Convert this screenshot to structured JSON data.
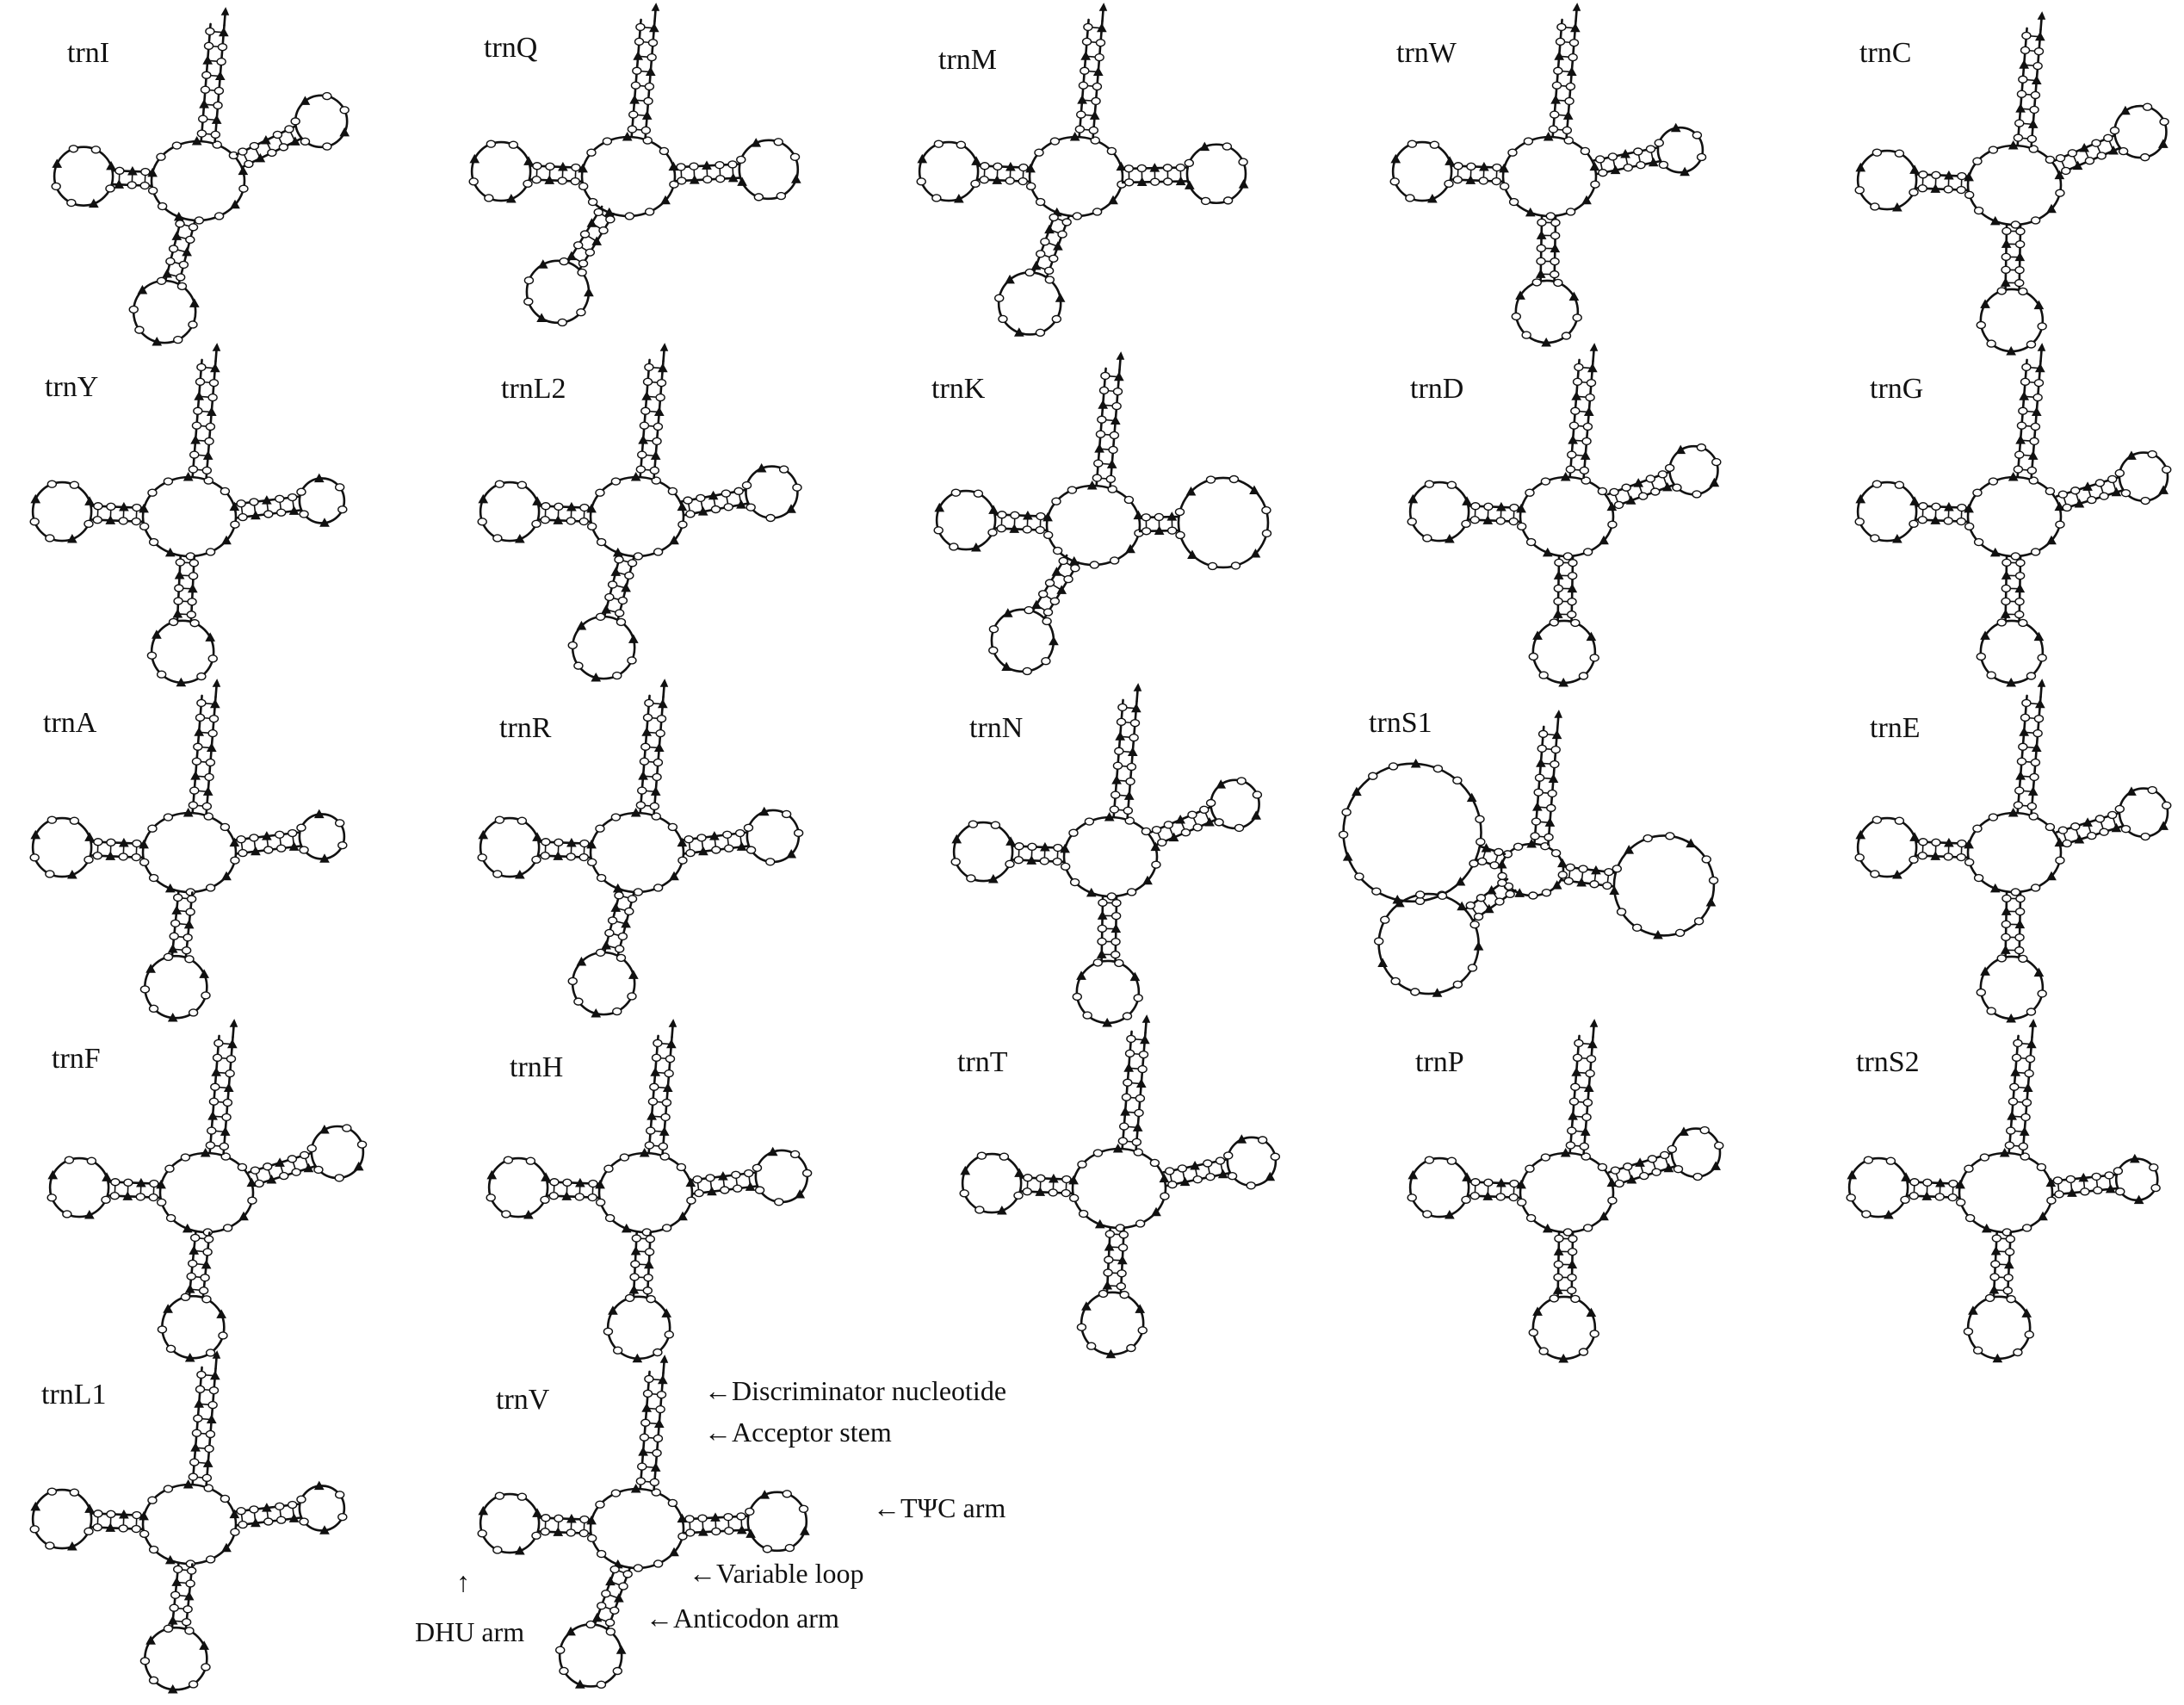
{
  "trnas": [
    {
      "label": "trnI"
    },
    {
      "label": "trnQ"
    },
    {
      "label": "trnM"
    },
    {
      "label": "trnW"
    },
    {
      "label": "trnC"
    },
    {
      "label": "trnY"
    },
    {
      "label": "trnL2"
    },
    {
      "label": "trnK"
    },
    {
      "label": "trnD"
    },
    {
      "label": "trnG"
    },
    {
      "label": "trnA"
    },
    {
      "label": "trnR"
    },
    {
      "label": "trnN"
    },
    {
      "label": "trnS1"
    },
    {
      "label": "trnE"
    },
    {
      "label": "trnF"
    },
    {
      "label": "trnH"
    },
    {
      "label": "trnT"
    },
    {
      "label": "trnP"
    },
    {
      "label": "trnS2"
    },
    {
      "label": "trnL1"
    },
    {
      "label": "trnV"
    }
  ],
  "annotations": {
    "discriminator": "←Discriminator nucleotide",
    "acceptor": "←Acceptor stem",
    "tpsic": "←TΨC arm",
    "variable": "←Variable loop",
    "anticodon": "←Anticodon arm",
    "dhu_arrow": "↑",
    "dhu": "DHU arm"
  }
}
